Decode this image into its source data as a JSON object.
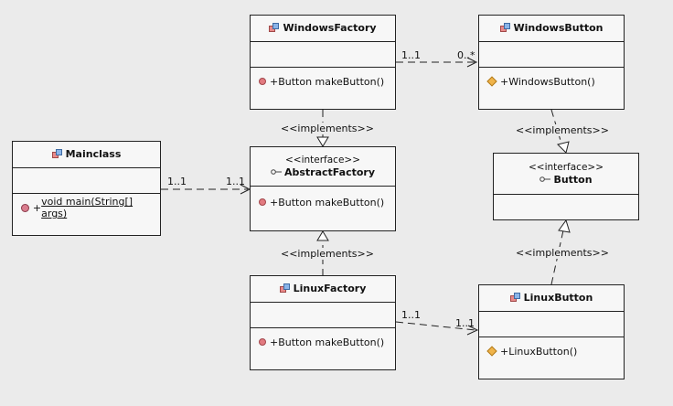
{
  "classes": {
    "windows_factory": {
      "name": "WindowsFactory",
      "operation": "+Button makeButton()"
    },
    "windows_button": {
      "name": "WindowsButton",
      "operation": "+WindowsButton()"
    },
    "main_class": {
      "name": "Mainclass",
      "operation_prefix": "+",
      "operation": "void main(String[] args)"
    },
    "abstract_factory": {
      "stereotype": "<<interface>>",
      "name": "AbstractFactory",
      "operation": "+Button makeButton()"
    },
    "button": {
      "stereotype": "<<interface>>",
      "name": "Button"
    },
    "linux_factory": {
      "name": "LinuxFactory",
      "operation": "+Button makeButton()"
    },
    "linux_button": {
      "name": "LinuxButton",
      "operation": "+LinuxButton()"
    }
  },
  "relations": {
    "implements_label": "<<implements>>",
    "windows_factory_to_button": {
      "source_mult": "1..1",
      "target_mult": "0..*"
    },
    "main_to_factory": {
      "source_mult": "1..1",
      "target_mult": "1..1"
    },
    "linux_factory_to_button": {
      "source_mult": "1..1",
      "target_mult": "1..1"
    }
  },
  "colors": {
    "background": "#ebebeb",
    "box_fill": "#f7f7f7",
    "line": "#222222",
    "public_op": "#e27a80",
    "constructor": "#f0b44a"
  },
  "icons": {
    "class": "class-icon",
    "interface": "interface-icon",
    "public_operation": "public-operation-icon",
    "static_operation": "static-operation-icon",
    "constructor": "constructor-icon"
  }
}
